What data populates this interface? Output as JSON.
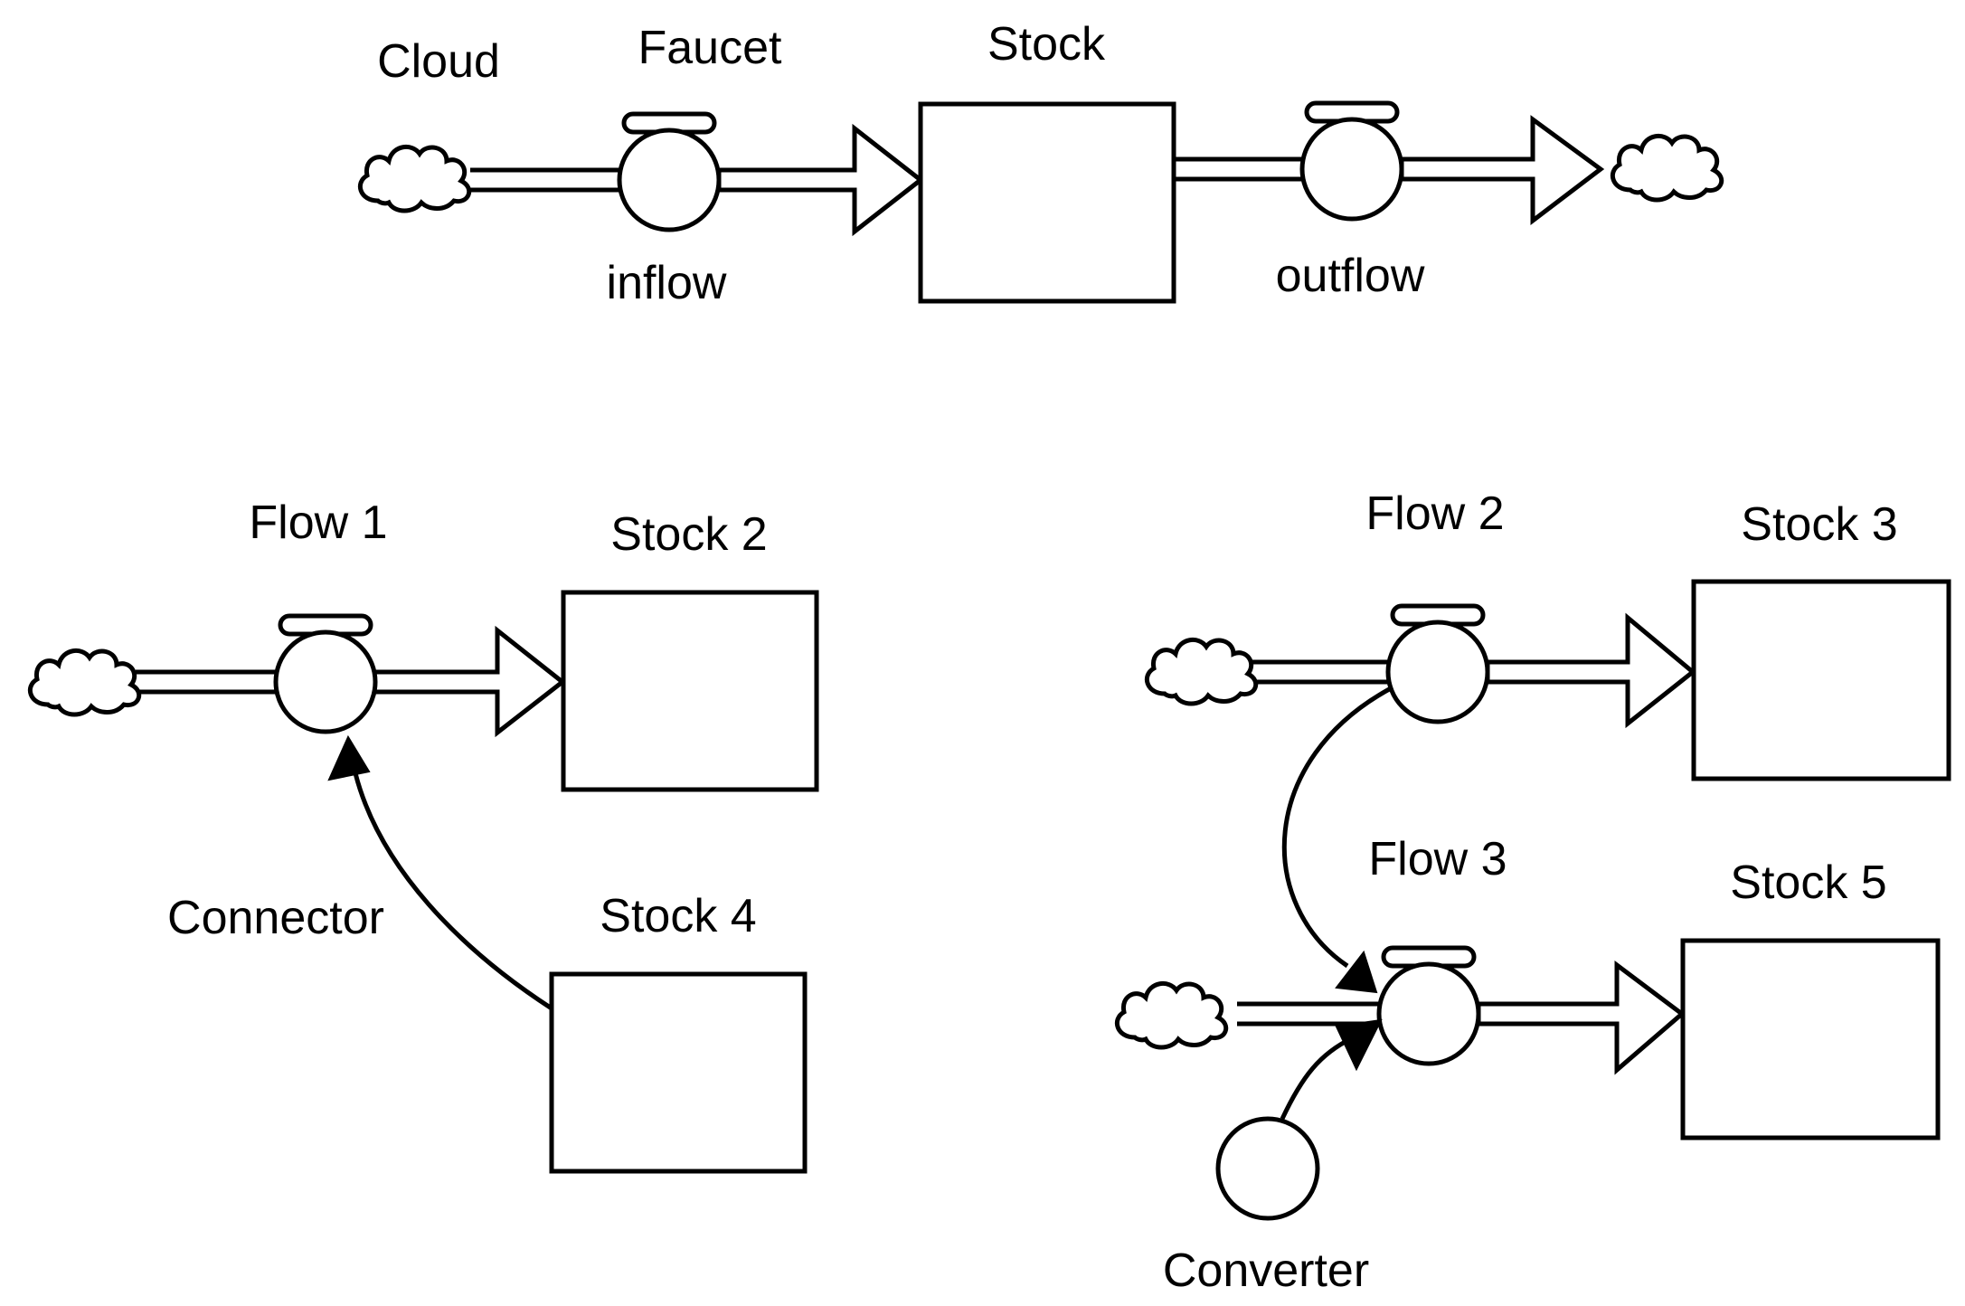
{
  "labels": {
    "cloud": "Cloud",
    "faucet": "Faucet",
    "stock": "Stock",
    "inflow": "inflow",
    "outflow": "outflow",
    "flow1": "Flow 1",
    "stock2": "Stock 2",
    "connector": "Connector",
    "stock4": "Stock 4",
    "flow2": "Flow 2",
    "stock3": "Stock 3",
    "flow3": "Flow 3",
    "stock5": "Stock 5",
    "converter": "Converter"
  },
  "colors": {
    "stroke": "#000000",
    "fill": "#ffffff"
  },
  "icons": [
    "cloud-icon",
    "faucet-icon",
    "flow-arrow-icon",
    "connector-arrow-icon"
  ]
}
